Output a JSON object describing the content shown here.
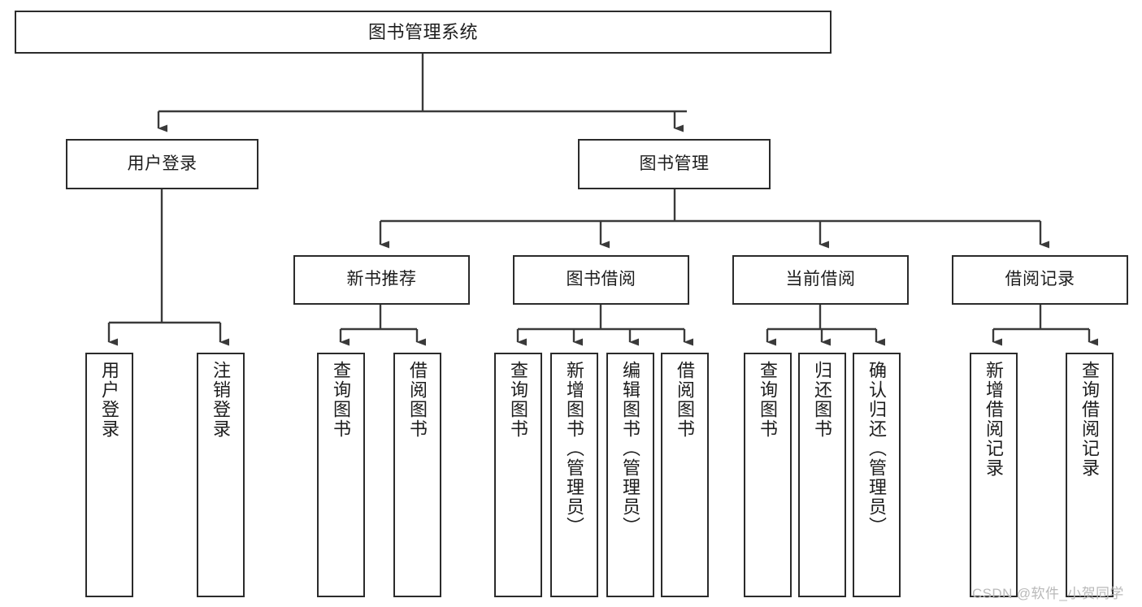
{
  "diagram": {
    "title": "图书管理系统",
    "watermark": "CSDN @软件_小贺同学",
    "colors": {
      "box_border": "#2b2b2b",
      "connector": "#3a3a3a",
      "background": "#ffffff",
      "watermark": "#b9b9b9"
    },
    "root": {
      "label": "图书管理系统"
    },
    "level2": [
      {
        "label": "用户登录"
      },
      {
        "label": "图书管理"
      }
    ],
    "level3": [
      {
        "label": "新书推荐"
      },
      {
        "label": "图书借阅"
      },
      {
        "label": "当前借阅"
      },
      {
        "label": "借阅记录"
      }
    ],
    "leaves": {
      "user_login": [
        {
          "label": "用户登录"
        },
        {
          "label": "注销登录"
        }
      ],
      "new_book": [
        {
          "label": "查询图书"
        },
        {
          "label": "借阅图书"
        }
      ],
      "book_borrow": [
        {
          "label": "查询图书"
        },
        {
          "label": "新增图书（管理员）"
        },
        {
          "label": "编辑图书（管理员）"
        },
        {
          "label": "借阅图书"
        }
      ],
      "current_borrow": [
        {
          "label": "查询图书"
        },
        {
          "label": "归还图书"
        },
        {
          "label": "确认归还（管理员）"
        }
      ],
      "borrow_record": [
        {
          "label": "新增借阅记录"
        },
        {
          "label": "查询借阅记录"
        }
      ]
    }
  }
}
